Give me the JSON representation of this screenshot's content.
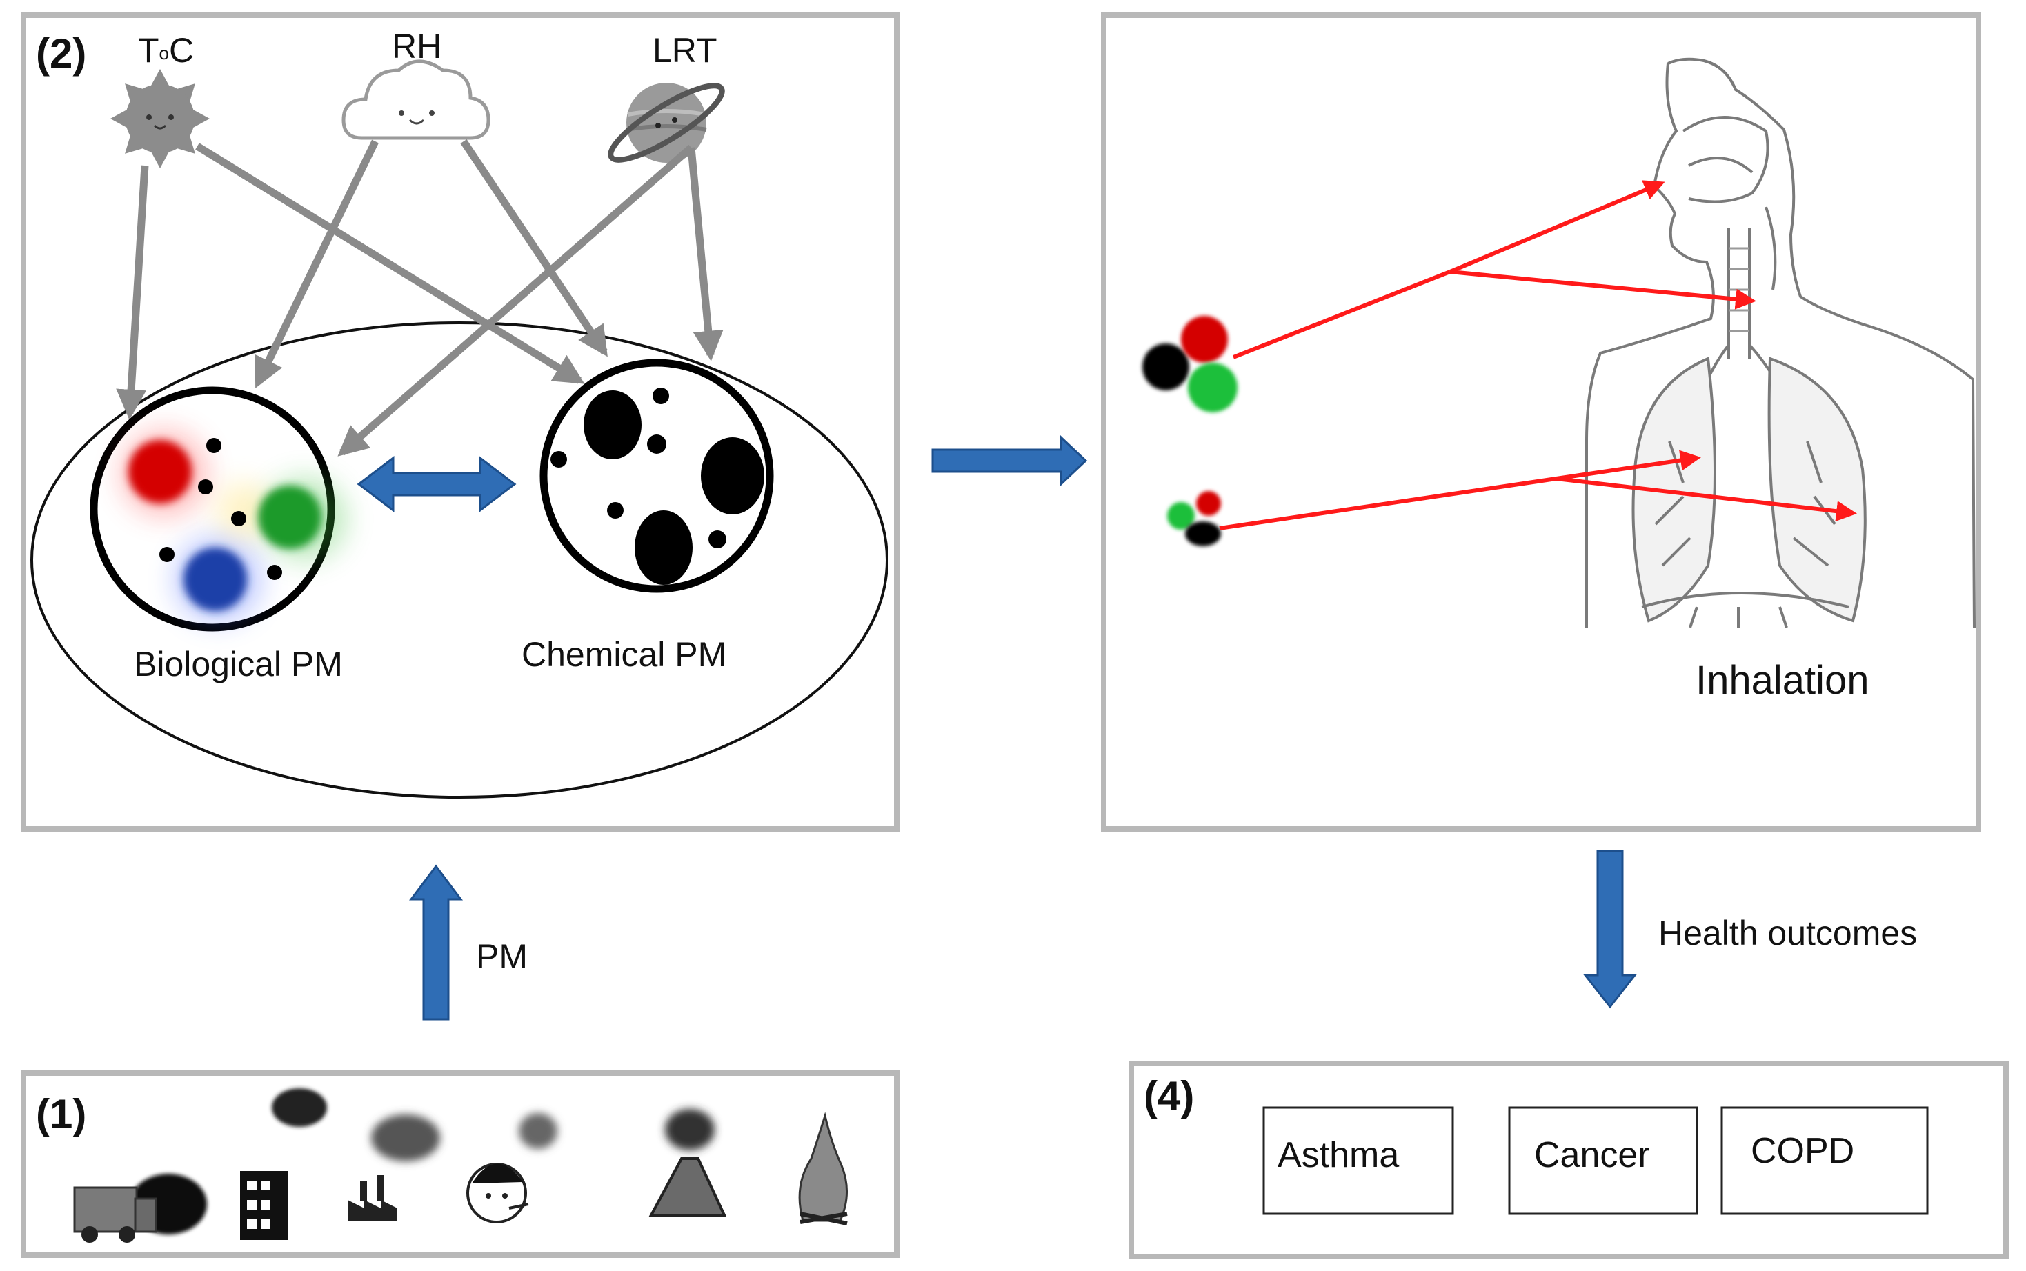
{
  "panel2": {
    "number": "(2)",
    "factors": {
      "temperature": "T",
      "temperature_sup": "o",
      "temperature_unit": "C",
      "humidity": "RH",
      "transport": "LRT"
    },
    "biological_label": "Biological PM",
    "chemical_label": "Chemical  PM"
  },
  "panel3": {
    "label": "Inhalation"
  },
  "panel1": {
    "number": "(1)",
    "flow_label": "PM"
  },
  "panel4": {
    "number": "(4)",
    "flow_label": "Health outcomes",
    "outcomes": [
      "Asthma",
      "Cancer",
      "COPD"
    ]
  },
  "colors": {
    "flow_arrow": "#2f6db5",
    "factor_arrow": "#8a8a8a",
    "inhalation_arrow": "#ff1a1a",
    "panel_border": "#b8b8b8",
    "bio_red": "#d40000",
    "bio_green": "#1f9a2a",
    "bio_blue": "#1f3fa8"
  }
}
